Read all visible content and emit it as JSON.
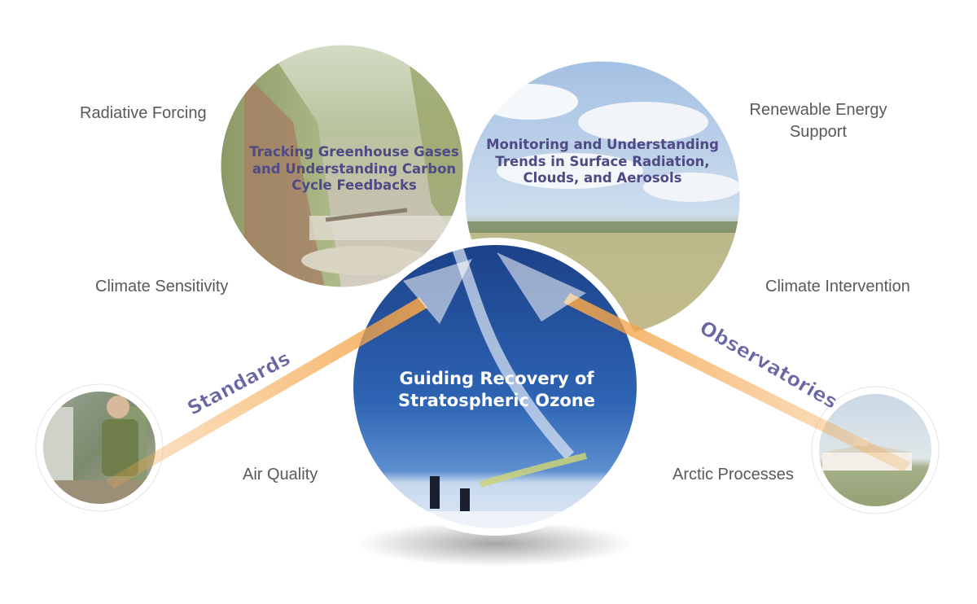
{
  "themes": {
    "greenhouse": "Tracking Greenhouse Gases and Understanding Carbon Cycle Feedbacks",
    "radiation": "Monitoring and Understanding Trends in Surface Radiation, Clouds, and Aerosols",
    "ozone": "Guiding Recovery of Stratospheric Ozone"
  },
  "topics": {
    "radiative_forcing": "Radiative Forcing",
    "renewable_energy": "Renewable Energy Support",
    "climate_sensitivity": "Climate Sensitivity",
    "climate_intervention": "Climate Intervention",
    "air_quality": "Air Quality",
    "arctic_processes": "Arctic Processes"
  },
  "arrows": {
    "standards": "Standards",
    "observatories": "Observatories"
  },
  "colors": {
    "theme_text": "#4f4a86",
    "arrow_label": "#6a66a3",
    "arrow_band": "#f4a54a",
    "side_text": "#595959"
  }
}
